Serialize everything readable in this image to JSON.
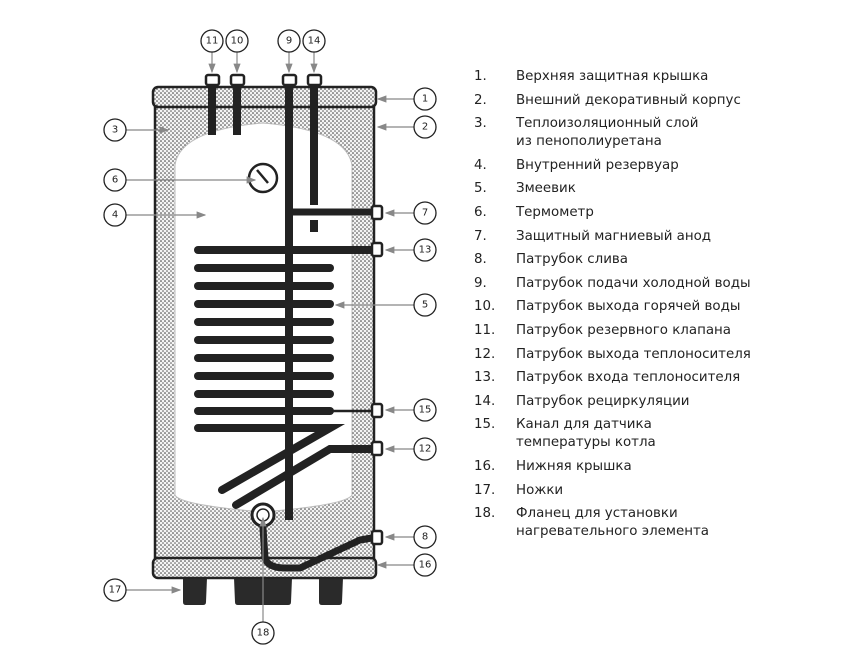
{
  "callouts": [
    "1",
    "2",
    "3",
    "4",
    "5",
    "6",
    "7",
    "8",
    "9",
    "10",
    "11",
    "12",
    "13",
    "14",
    "15",
    "16",
    "17",
    "18"
  ],
  "legend": [
    {
      "num": "1.",
      "text": "Верхняя защитная крышка"
    },
    {
      "num": "2.",
      "text": "Внешний декоративный корпус"
    },
    {
      "num": "3.",
      "text": "Теплоизоляционный слой из пенополиуретана"
    },
    {
      "num": "4.",
      "text": "Внутренний резервуар"
    },
    {
      "num": "5.",
      "text": "Змеевик"
    },
    {
      "num": "6.",
      "text": "Термометр"
    },
    {
      "num": "7.",
      "text": "Защитный магниевый анод"
    },
    {
      "num": "8.",
      "text": "Патрубок слива"
    },
    {
      "num": "9.",
      "text": "Патрубок подачи холодной воды"
    },
    {
      "num": "10.",
      "text": "Патрубок выхода горячей воды"
    },
    {
      "num": "11.",
      "text": "Патрубок резервного клапана"
    },
    {
      "num": "12.",
      "text": "Патрубок выхода теплоносителя"
    },
    {
      "num": "13.",
      "text": "Патрубок входа теплоносителя"
    },
    {
      "num": "14.",
      "text": "Патрубок рециркуляции"
    },
    {
      "num": "15.",
      "text": "Канал для датчика температуры котла"
    },
    {
      "num": "16.",
      "text": "Нижняя крышка"
    },
    {
      "num": "17.",
      "text": "Ножки"
    },
    {
      "num": "18.",
      "text": "Фланец для установки нагревательного элемента"
    }
  ],
  "colors": {
    "pipe": "#222222",
    "insulation": "#f2f2f2",
    "leader": "#888888"
  }
}
